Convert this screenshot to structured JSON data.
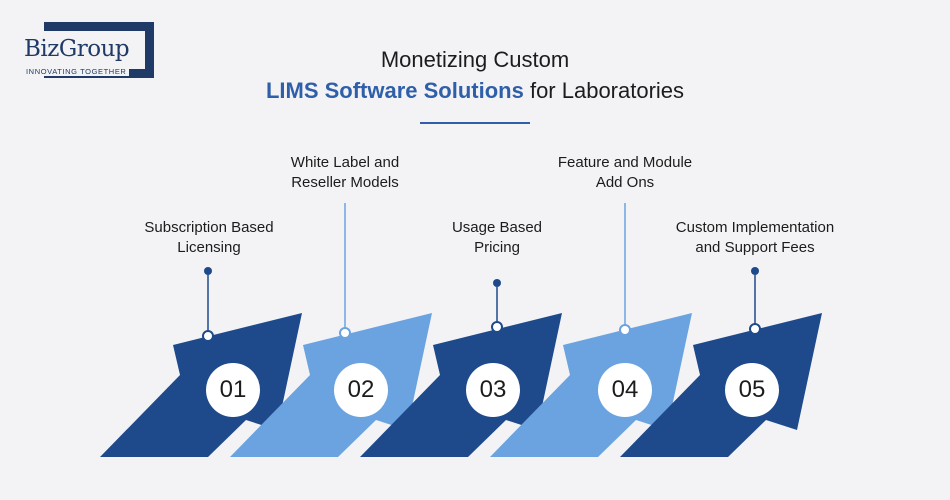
{
  "logo": {
    "name": "BizGroup",
    "tagline": "INNOVATING TOGETHER"
  },
  "title": {
    "line1": "Monetizing Custom",
    "highlight": "LIMS Software Solutions",
    "rest": " for Laboratories"
  },
  "steps": [
    {
      "number": "01",
      "line1": "Subscription Based",
      "line2": "Licensing"
    },
    {
      "number": "02",
      "line1": "White Label and",
      "line2": "Reseller Models"
    },
    {
      "number": "03",
      "line1": "Usage Based",
      "line2": "Pricing"
    },
    {
      "number": "04",
      "line1": "Feature and Module",
      "line2": "Add Ons"
    },
    {
      "number": "05",
      "line1": "Custom Implementation",
      "line2": "and Support Fees"
    }
  ],
  "colors": {
    "dark": "#1e4a8c",
    "light": "#6aa3e0",
    "accent": "#2f5fa8"
  }
}
